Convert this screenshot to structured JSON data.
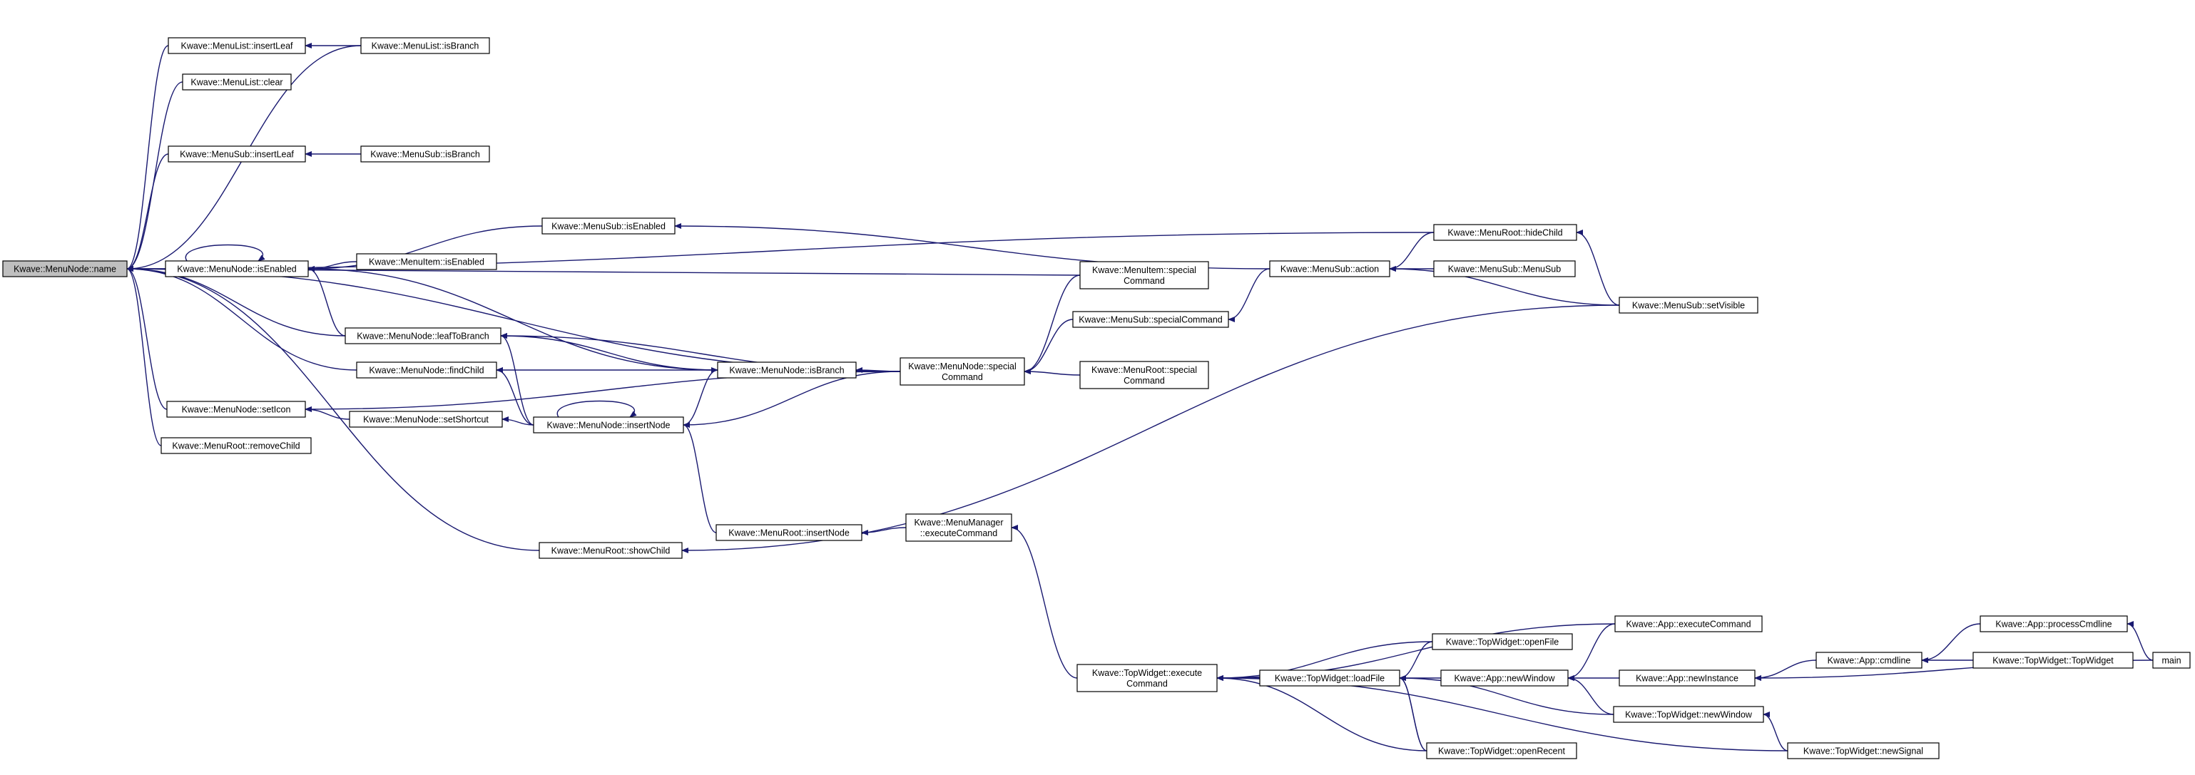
{
  "colors": {
    "edge": "#191970",
    "node_border": "#000000",
    "current_fill": "#bfbfbf",
    "node_fill": "#ffffff"
  },
  "nodes": [
    {
      "id": "name",
      "lines": [
        "Kwave::MenuNode::name"
      ],
      "current": true
    },
    {
      "id": "ml_insertLeaf",
      "lines": [
        "Kwave::MenuList::insertLeaf"
      ]
    },
    {
      "id": "ml_isBranch",
      "lines": [
        "Kwave::MenuList::isBranch"
      ]
    },
    {
      "id": "ml_clear",
      "lines": [
        "Kwave::MenuList::clear"
      ]
    },
    {
      "id": "ms_insertLeaf",
      "lines": [
        "Kwave::MenuSub::insertLeaf"
      ]
    },
    {
      "id": "ms_isBranch",
      "lines": [
        "Kwave::MenuSub::isBranch"
      ]
    },
    {
      "id": "ms_isEnabled",
      "lines": [
        "Kwave::MenuSub::isEnabled"
      ]
    },
    {
      "id": "mn_isEnabled",
      "lines": [
        "Kwave::MenuNode::isEnabled"
      ]
    },
    {
      "id": "mi_isEnabled",
      "lines": [
        "Kwave::MenuItem::isEnabled"
      ]
    },
    {
      "id": "mn_leafToBranch",
      "lines": [
        "Kwave::MenuNode::leafToBranch"
      ]
    },
    {
      "id": "mn_findChild",
      "lines": [
        "Kwave::MenuNode::findChild"
      ]
    },
    {
      "id": "mn_isBranch",
      "lines": [
        "Kwave::MenuNode::isBranch"
      ]
    },
    {
      "id": "mn_special",
      "lines": [
        "Kwave::MenuNode::special",
        "Command"
      ]
    },
    {
      "id": "mn_setIcon",
      "lines": [
        "Kwave::MenuNode::setIcon"
      ]
    },
    {
      "id": "mn_setShortcut",
      "lines": [
        "Kwave::MenuNode::setShortcut"
      ]
    },
    {
      "id": "mn_insertNode",
      "lines": [
        "Kwave::MenuNode::insertNode"
      ]
    },
    {
      "id": "mr_removeChild",
      "lines": [
        "Kwave::MenuRoot::removeChild"
      ]
    },
    {
      "id": "mr_insertNode",
      "lines": [
        "Kwave::MenuRoot::insertNode"
      ]
    },
    {
      "id": "mm_execute",
      "lines": [
        "Kwave::MenuManager",
        "::executeCommand"
      ]
    },
    {
      "id": "mr_showChild",
      "lines": [
        "Kwave::MenuRoot::showChild"
      ]
    },
    {
      "id": "mi_special",
      "lines": [
        "Kwave::MenuItem::special",
        "Command"
      ]
    },
    {
      "id": "ms_special",
      "lines": [
        "Kwave::MenuSub::specialCommand"
      ]
    },
    {
      "id": "mr_special",
      "lines": [
        "Kwave::MenuRoot::special",
        "Command"
      ]
    },
    {
      "id": "ms_action",
      "lines": [
        "Kwave::MenuSub::action"
      ]
    },
    {
      "id": "mr_hideChild",
      "lines": [
        "Kwave::MenuRoot::hideChild"
      ]
    },
    {
      "id": "ms_MenuSub",
      "lines": [
        "Kwave::MenuSub::MenuSub"
      ]
    },
    {
      "id": "ms_setVisible",
      "lines": [
        "Kwave::MenuSub::setVisible"
      ]
    },
    {
      "id": "tw_execute",
      "lines": [
        "Kwave::TopWidget::execute",
        "Command"
      ]
    },
    {
      "id": "tw_loadFile",
      "lines": [
        "Kwave::TopWidget::loadFile"
      ]
    },
    {
      "id": "tw_openFile",
      "lines": [
        "Kwave::TopWidget::openFile"
      ]
    },
    {
      "id": "tw_openRecent",
      "lines": [
        "Kwave::TopWidget::openRecent"
      ]
    },
    {
      "id": "app_execute",
      "lines": [
        "Kwave::App::executeCommand"
      ]
    },
    {
      "id": "app_newWindow",
      "lines": [
        "Kwave::App::newWindow"
      ]
    },
    {
      "id": "app_newInstance",
      "lines": [
        "Kwave::App::newInstance"
      ]
    },
    {
      "id": "tw_newWindow",
      "lines": [
        "Kwave::TopWidget::newWindow"
      ]
    },
    {
      "id": "tw_newSignal",
      "lines": [
        "Kwave::TopWidget::newSignal"
      ]
    },
    {
      "id": "app_cmdline",
      "lines": [
        "Kwave::App::cmdline"
      ]
    },
    {
      "id": "app_processCmdline",
      "lines": [
        "Kwave::App::processCmdline"
      ]
    },
    {
      "id": "tw_TopWidget",
      "lines": [
        "Kwave::TopWidget::TopWidget"
      ]
    },
    {
      "id": "main",
      "lines": [
        "main"
      ]
    }
  ],
  "edges": [
    [
      "ml_insertLeaf",
      "name"
    ],
    [
      "ml_isBranch",
      "name"
    ],
    [
      "ml_isBranch",
      "ml_insertLeaf"
    ],
    [
      "ml_clear",
      "name"
    ],
    [
      "ms_insertLeaf",
      "name"
    ],
    [
      "ms_isBranch",
      "ms_insertLeaf"
    ],
    [
      "mr_hideChild",
      "name"
    ],
    [
      "mi_special",
      "name"
    ],
    [
      "ms_isEnabled",
      "mn_isEnabled"
    ],
    [
      "ms_action",
      "ms_isEnabled"
    ],
    [
      "mn_isEnabled",
      "name"
    ],
    [
      "mn_isEnabled",
      "mn_isEnabled"
    ],
    [
      "mi_isEnabled",
      "mn_isEnabled"
    ],
    [
      "mn_leafToBranch",
      "mn_isEnabled"
    ],
    [
      "mn_isBranch",
      "mn_isEnabled"
    ],
    [
      "mn_leafToBranch",
      "name"
    ],
    [
      "mn_special",
      "mn_leafToBranch"
    ],
    [
      "mn_isBranch",
      "mn_leafToBranch"
    ],
    [
      "mn_insertNode",
      "mn_leafToBranch"
    ],
    [
      "mn_findChild",
      "name"
    ],
    [
      "mn_isBranch",
      "mn_findChild"
    ],
    [
      "mn_insertNode",
      "mn_findChild"
    ],
    [
      "mn_special",
      "mn_isBranch"
    ],
    [
      "mn_insertNode",
      "mn_isBranch"
    ],
    [
      "mn_special",
      "mn_insertNode"
    ],
    [
      "mn_insertNode",
      "mn_insertNode"
    ],
    [
      "mn_setIcon",
      "name"
    ],
    [
      "mn_setShortcut",
      "mn_setIcon"
    ],
    [
      "mn_insertNode",
      "mn_setShortcut"
    ],
    [
      "mn_special",
      "mn_setIcon"
    ],
    [
      "mr_removeChild",
      "name"
    ],
    [
      "mn_special",
      "name"
    ],
    [
      "mr_insertNode",
      "mn_insertNode"
    ],
    [
      "mm_execute",
      "mr_insertNode"
    ],
    [
      "tw_execute",
      "mm_execute"
    ],
    [
      "mr_showChild",
      "name"
    ],
    [
      "ms_setVisible",
      "mr_showChild"
    ],
    [
      "mi_special",
      "mn_special"
    ],
    [
      "ms_special",
      "mn_special"
    ],
    [
      "mr_special",
      "mn_special"
    ],
    [
      "ms_action",
      "ms_special"
    ],
    [
      "mr_hideChild",
      "ms_action"
    ],
    [
      "ms_MenuSub",
      "ms_action"
    ],
    [
      "ms_setVisible",
      "ms_action"
    ],
    [
      "ms_setVisible",
      "mr_hideChild"
    ],
    [
      "tw_loadFile",
      "tw_execute"
    ],
    [
      "tw_openFile",
      "tw_execute"
    ],
    [
      "tw_openRecent",
      "tw_execute"
    ],
    [
      "app_execute",
      "tw_execute"
    ],
    [
      "tw_newSignal",
      "tw_execute"
    ],
    [
      "tw_openFile",
      "tw_loadFile"
    ],
    [
      "tw_openRecent",
      "tw_loadFile"
    ],
    [
      "app_newWindow",
      "tw_loadFile"
    ],
    [
      "tw_newWindow",
      "tw_loadFile"
    ],
    [
      "app_execute",
      "app_newWindow"
    ],
    [
      "app_newInstance",
      "app_newWindow"
    ],
    [
      "tw_newWindow",
      "app_newWindow"
    ],
    [
      "app_cmdline",
      "app_newInstance"
    ],
    [
      "main",
      "app_newInstance"
    ],
    [
      "tw_newSignal",
      "tw_newWindow"
    ],
    [
      "app_processCmdline",
      "app_cmdline"
    ],
    [
      "tw_TopWidget",
      "app_cmdline"
    ],
    [
      "main",
      "app_processCmdline"
    ],
    [
      "tw_openRecent",
      "tw_loadFile"
    ]
  ]
}
